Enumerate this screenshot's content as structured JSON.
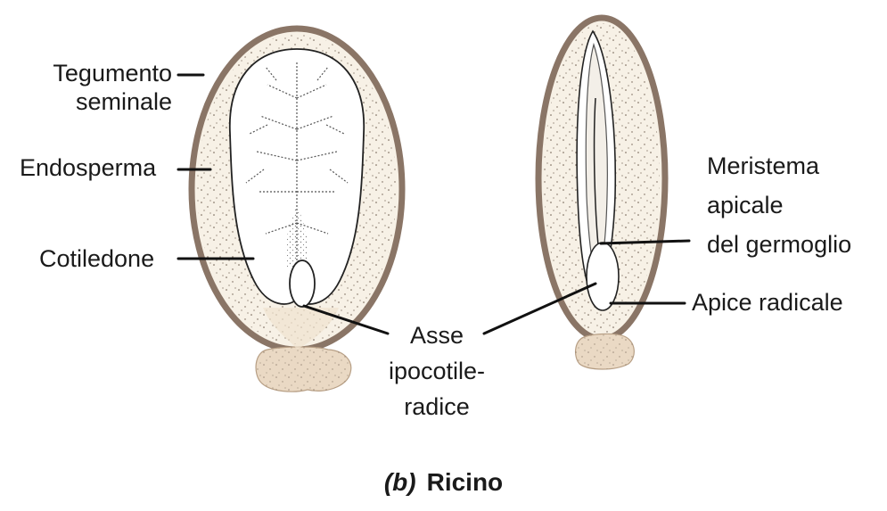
{
  "labels": {
    "tegumento_line1": "Tegumento",
    "tegumento_line2": "seminale",
    "endosperma": "Endosperma",
    "cotiledone": "Cotiledone",
    "asse_line1": "Asse",
    "asse_line2": "ipocotile-",
    "asse_line3": "radice",
    "meristema_line1": "Meristema",
    "meristema_line2": "apicale",
    "meristema_line3": "del germoglio",
    "apice_radicale": "Apice radicale"
  },
  "caption": {
    "tag": "(b)",
    "name": "Ricino"
  },
  "colors": {
    "seed_coat": "#8a7566",
    "endosperm": "#f7f1e6",
    "embryo": "#ffffff",
    "caruncle": "#ead9c4",
    "ink": "#1a1a1a"
  }
}
